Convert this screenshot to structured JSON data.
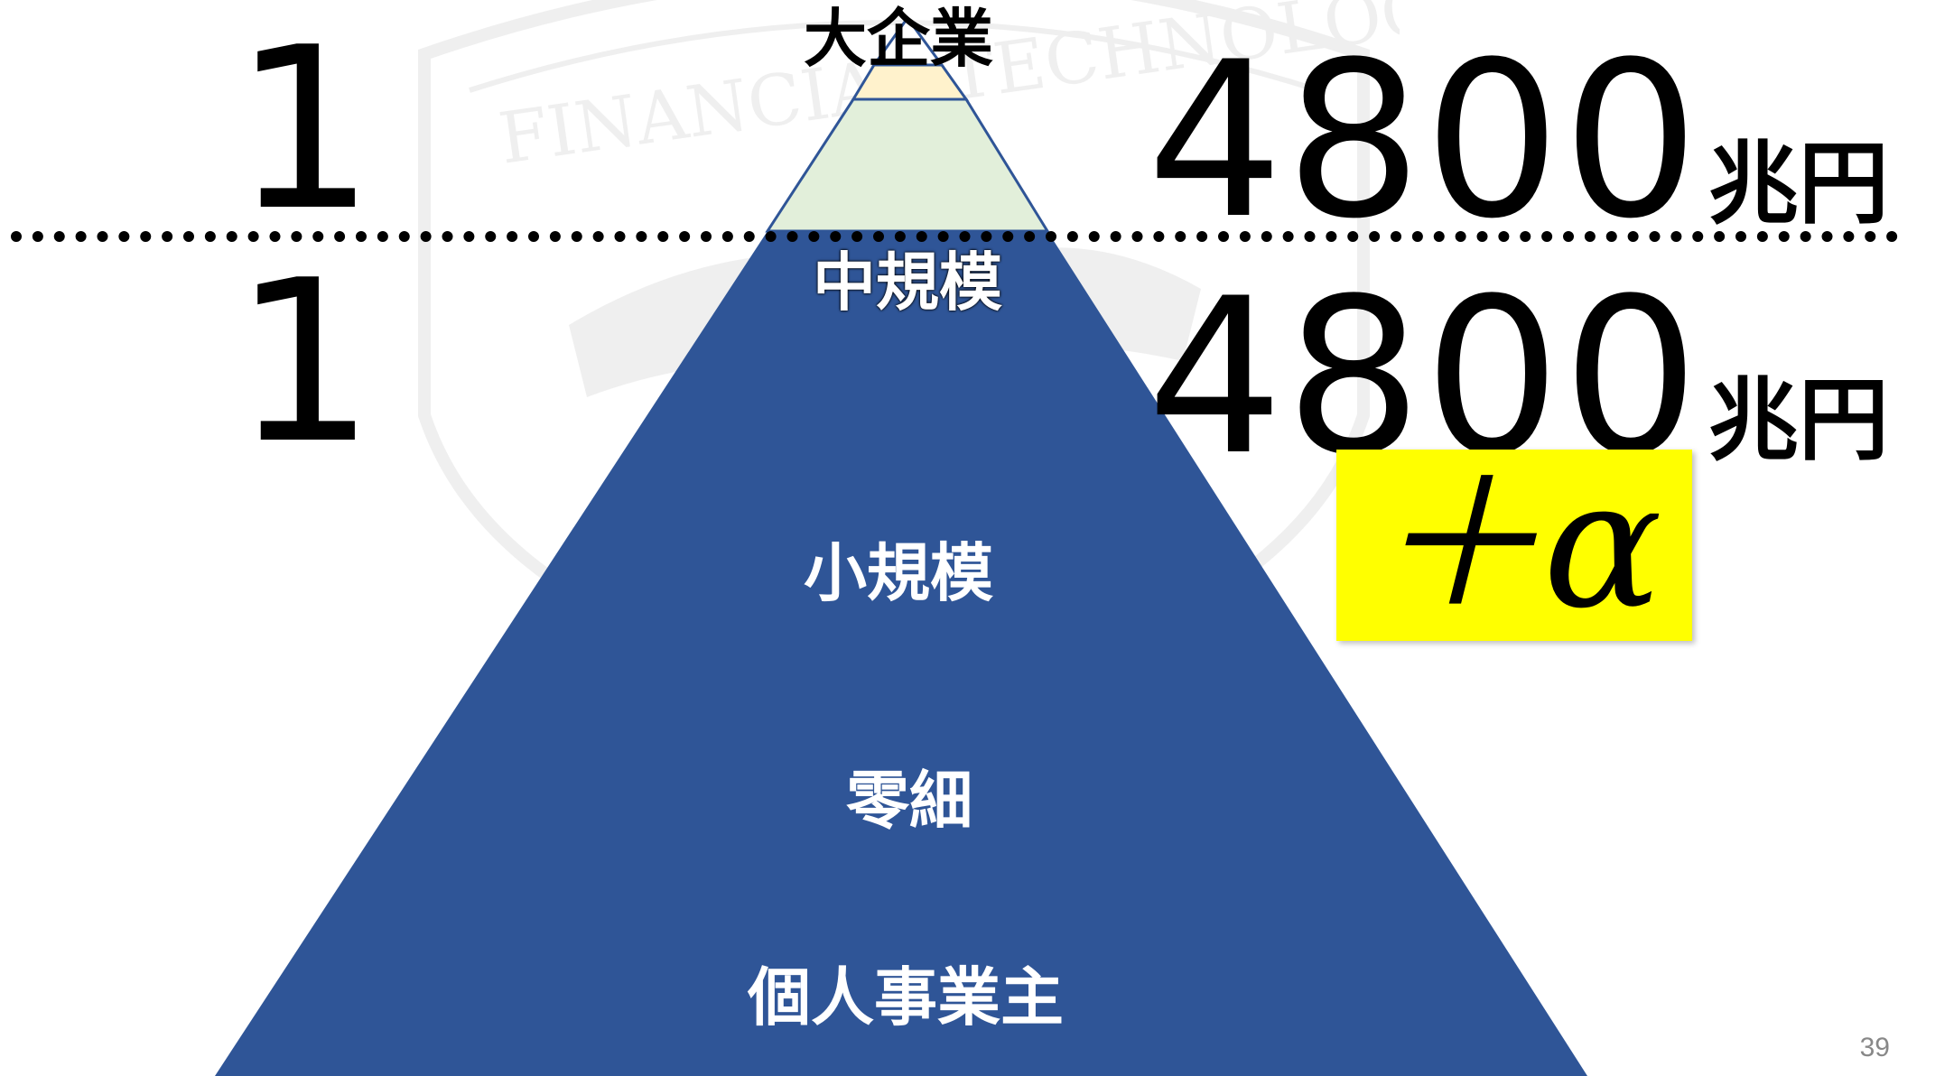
{
  "colors": {
    "pyramid_base": "#2f5597",
    "tier_mid": "#e2efda",
    "tier_top": "#fff2cc",
    "highlight": "#ffff00"
  },
  "rows": {
    "top": {
      "count": "1",
      "amount": "4800",
      "unit": "兆円"
    },
    "bottom": {
      "count": "1",
      "amount": "4800",
      "unit": "兆円",
      "extra": "＋α"
    }
  },
  "pyramid": {
    "large": "大企業",
    "mid": "中規模",
    "small": "小規模",
    "micro": "零細",
    "sole": "個人事業主"
  },
  "watermark": {
    "text": "FINANCIAL TECHNOLOGY",
    "icon": "seal-icon"
  },
  "page_number": "39"
}
